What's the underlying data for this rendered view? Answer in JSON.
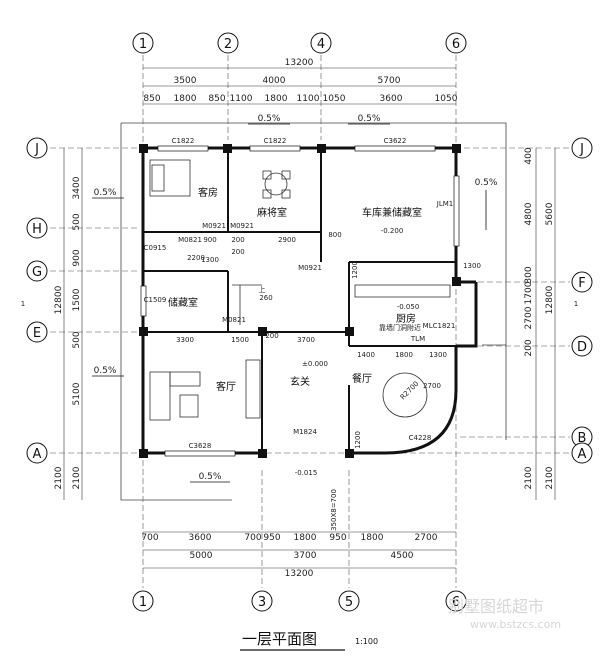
{
  "title": "一层平面图",
  "scale": "1:100",
  "watermark": {
    "brand": "别墅图纸超市",
    "url": "www.bstzcs.com"
  },
  "axes": {
    "top": [
      "1",
      "2",
      "4",
      "6"
    ],
    "bottom": [
      "1",
      "3",
      "5",
      "6"
    ],
    "left": [
      "J",
      "H",
      "G",
      "E",
      "A"
    ],
    "right": [
      "J",
      "F",
      "D",
      "B",
      "A"
    ]
  },
  "dims_top": {
    "total": "13200",
    "row2": [
      "3500",
      "4000",
      "5700"
    ],
    "row3": [
      "850",
      "1800",
      "850",
      "1100",
      "1800",
      "1100",
      "1050",
      "3600",
      "1050"
    ]
  },
  "dims_bottom": {
    "total": "13200",
    "row2": [
      "5000",
      "3700",
      "4500"
    ],
    "row1": [
      "700",
      "3600",
      "700",
      "950",
      "1800",
      "950",
      "1800",
      "2700"
    ]
  },
  "dims_left": {
    "total": "12800",
    "row1": [
      "3400",
      "500",
      "900",
      "1500",
      "500",
      "5100",
      "2100"
    ],
    "row2": [
      "2100"
    ]
  },
  "dims_right": {
    "total": "12800",
    "row1": [
      "400",
      "5600",
      "4800",
      "300",
      "2700",
      "1700",
      "200",
      "2100"
    ],
    "row2": [
      "2100"
    ]
  },
  "rooms": {
    "garage": "车库兼储藏室",
    "reception": "麻将室",
    "storage": "储藏室",
    "living": "客厅",
    "foyer": "玄关",
    "dining": "餐厅",
    "kitchen": "厨房",
    "guest": "客房"
  },
  "windows": [
    "C1822",
    "C1822",
    "C3622",
    "C1509",
    "C3628",
    "C4228",
    "C0915"
  ],
  "doors": [
    "M0921",
    "M0921",
    "M0921",
    "M0821",
    "M0821",
    "M1824",
    "MLC1821",
    "JLM1",
    "TLM"
  ],
  "levels": [
    "-0.200",
    "±0.000",
    "-0.050",
    "-0.015"
  ],
  "slopes": [
    "0.5%",
    "0.5%",
    "0.5%",
    "0.5%",
    "0.5%",
    "0.5%"
  ],
  "inner_dims": [
    "2900",
    "3300",
    "1500",
    "3700",
    "200",
    "1400",
    "1800",
    "1300",
    "800",
    "1200",
    "2700",
    "260",
    "1300",
    "200",
    "2200",
    "900",
    "200",
    "1300",
    "1200"
  ],
  "notes": {
    "stair_up": "上",
    "kitchen_note": "靠墙门洞附近",
    "cut": "1",
    "ramp": "350X8=700",
    "dia": "R2700"
  }
}
